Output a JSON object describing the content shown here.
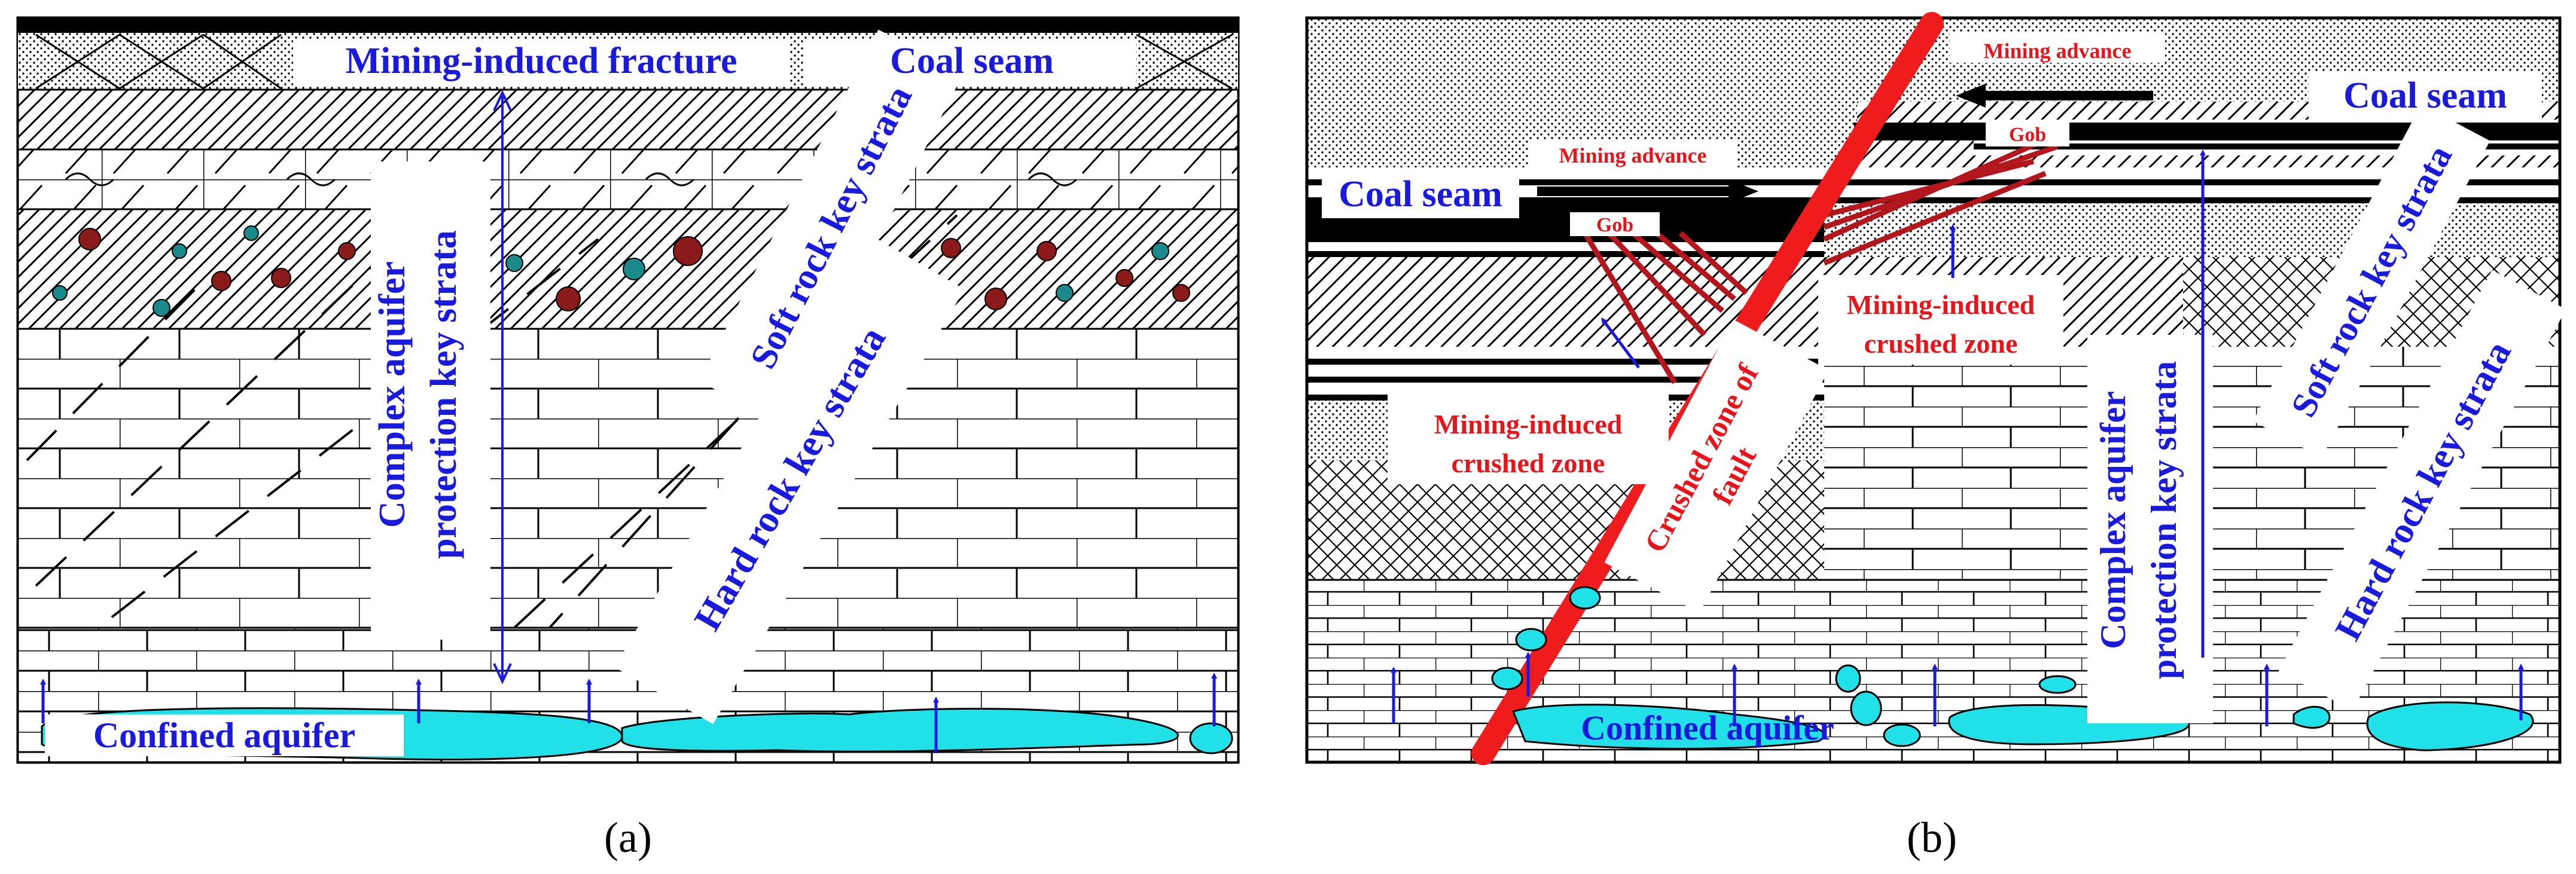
{
  "panel_a": {
    "caption": "(a)",
    "labels": {
      "mining_fracture": "Mining-induced fracture",
      "coal_seam": "Coal seam",
      "soft_rock": "Soft rock key strata",
      "complex_aquifer_1": "Complex aquifer",
      "complex_aquifer_2": "protection key strata",
      "hard_rock": "Hard rock key strata",
      "confined_aquifer": "Confined aquifer"
    }
  },
  "panel_b": {
    "caption": "(b)",
    "labels": {
      "mining_advance_top": "Mining advance",
      "gob_right": "Gob",
      "coal_seam_right": "Coal seam",
      "mining_advance_left": "Mining advance",
      "coal_seam_left": "Coal seam",
      "gob_left": "Gob",
      "crushed_right_1": "Mining-induced",
      "crushed_right_2": "crushed zone",
      "crushed_left_1": "Mining-induced",
      "crushed_left_2": "crushed zone",
      "fault_1": "Crushed zone of",
      "fault_2": "fault",
      "soft_rock": "Soft rock key strata",
      "complex_aquifer_1": "Complex aquifer",
      "complex_aquifer_2": "protection key strata",
      "hard_rock": "Hard rock key strata",
      "confined_aquifer": "Confined aquifer"
    }
  },
  "colors": {
    "blue_label": "#1a1adf",
    "red_label": "#e8141a",
    "fault_red": "#ee1c1c",
    "crushed_red": "#b3161c",
    "aquifer": "#22e0e8",
    "arrow_blue": "#1a1adf"
  }
}
